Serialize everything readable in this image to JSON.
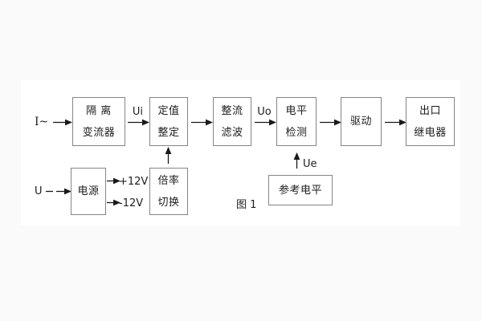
{
  "figure": {
    "caption": "图 1"
  },
  "inputs": {
    "current": "I~",
    "voltage": "U"
  },
  "signals": {
    "ui": "Ui",
    "uo": "Uo",
    "ue": "Ue",
    "plus12": "+12V",
    "minus12": "-12V"
  },
  "blocks": {
    "isolation": {
      "line1": "隔 离",
      "line2": "变流器"
    },
    "setting": {
      "line1": "定值",
      "line2": "整定"
    },
    "rectifier": {
      "line1": "整流",
      "line2": "滤波"
    },
    "level": {
      "line1": "电平",
      "line2": "检测"
    },
    "drive": {
      "label": "驱动"
    },
    "relay": {
      "line1": "出口",
      "line2": "继电器"
    },
    "power": {
      "label": "电源"
    },
    "ratio": {
      "line1": "倍率",
      "line2": "切换"
    },
    "reference": {
      "label": "参考电平"
    }
  },
  "colors": {
    "page": "#fafafa",
    "panel": "#ffffff",
    "box_border": "#858585",
    "text": "#1d1d1d",
    "line": "#1a1a1a"
  }
}
